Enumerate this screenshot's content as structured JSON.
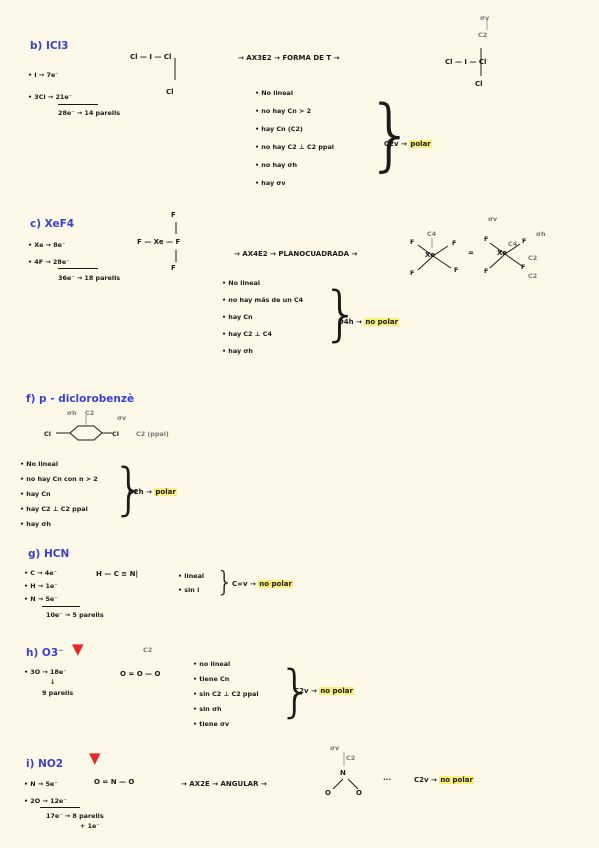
{
  "b": {
    "title": "b) ICl3",
    "e1": "• I → 7e⁻",
    "e2": "• 3Cl → 21e⁻",
    "sum": "28e⁻ → 14 parells",
    "lewis_top": "Cl — I — Cl",
    "lewis_bottom": "Cl",
    "geom": "→ AX3E2 → FORMA DE T →",
    "shape": "Cl — I — Cl",
    "shape_bottom": "Cl",
    "shape_c2": "C2",
    "shape_sv": "σv",
    "props": [
      "• No lineal",
      "• no hay Cn > 2",
      "• hay Cn (C2)",
      "• no hay C2 ⊥ C2 ppal",
      "• no hay σh",
      "• hay σv"
    ],
    "result_group": "C2v →",
    "result": "polar"
  },
  "c": {
    "title": "c) XeF4",
    "e1": "• Xe → 8e⁻",
    "e2": "• 4F → 28e⁻",
    "sum": "36e⁻ → 18 parells",
    "lewis_top": "F",
    "lewis_mid": "F — Xe — F",
    "lewis_bottom": "F",
    "geom": "→ AX4E2 → PLANOCUADRADA →",
    "xe1": "Xe",
    "xe2": "Xe",
    "f_label": "F",
    "c4": "C4",
    "c2": "C2",
    "sh": "σh",
    "sv": "σv",
    "eq": "=",
    "props": [
      "• No lineal",
      "• no hay más de un C4",
      "• hay Cn",
      "• hay C2 ⊥ C4",
      "• hay σh"
    ],
    "result_group": "D4h →",
    "result": "no polar"
  },
  "f": {
    "title": "f) p - diclorobenzè",
    "cl": "Cl",
    "cl2": "Cl",
    "sh": "σh",
    "c2": "C2",
    "sv": "σv",
    "c2ppal": "C2 (ppal)",
    "props": [
      "• No lineal",
      "• no hay Cn con n > 2",
      "• hay Cn",
      "• hay C2 ⊥ C2 ppal",
      "• hay σh"
    ],
    "result_group": "D2h →",
    "result": "polar"
  },
  "g": {
    "title": "g) HCN",
    "e1": "• C → 4e⁻",
    "e2": "• H → 1e⁻",
    "e3": "• N → 5e⁻",
    "sum": "10e⁻ → 5 parells",
    "lewis": "H — C ≡ N|",
    "props": [
      "• lineal",
      "• sin i"
    ],
    "result_group": "C∞v →",
    "result": "no polar"
  },
  "h": {
    "title": "h) O3⁻",
    "e1": "• 3O → 18e⁻",
    "sum": "9 parells",
    "lewis": "O = O — O",
    "c2": "C2",
    "props": [
      "• no lineal",
      "• tiene Cn",
      "• sin C2 ⊥ C2 ppal",
      "• sin σh",
      "• tiene σv"
    ],
    "result_group": "C2v →",
    "result": "no polar"
  },
  "i": {
    "title": "i) NO2",
    "e1": "• N → 5e⁻",
    "e2": "• 2O → 12e⁻",
    "sum": "17e⁻ → 8 parells",
    "extra": "+ 1e⁻",
    "lewis": "O = N — O",
    "geom": "→ AX2E → ANGULAR →",
    "n": "N",
    "o1": "O",
    "o2": "O",
    "c2": "C2",
    "sv": "σv",
    "dots": "···",
    "result_group": "C2v →",
    "result": "no polar"
  }
}
